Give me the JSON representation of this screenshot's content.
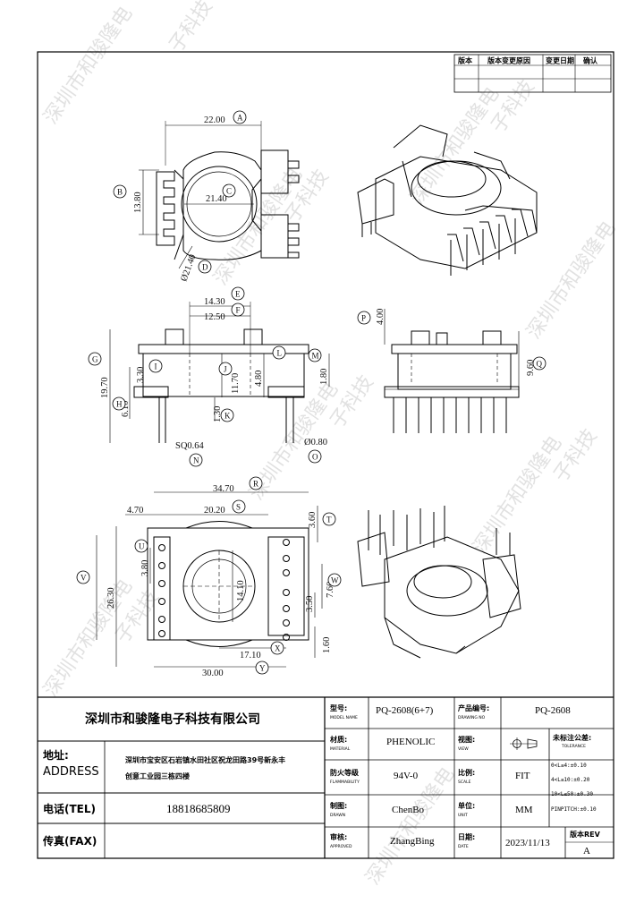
{
  "revision_table": {
    "headers": [
      "版本",
      "版本变更原因",
      "变更日期",
      "确认"
    ]
  },
  "watermark": {
    "lines": [
      "深圳市和骏隆电",
      "子科技"
    ]
  },
  "dimensions": {
    "top_view": {
      "width": "22.00",
      "height": "13.80",
      "inner": "21.40",
      "dia": "Ø21.40"
    },
    "side_view": {
      "w1": "14.30",
      "w2": "12.50",
      "h_total": "19.70",
      "h1": "3.30",
      "h2": "6.10",
      "h3": "11.70",
      "h4": "4.80",
      "h5": "1.80",
      "h6": "1.30",
      "pin_sq": "SQ0.64",
      "pin_dia": "Ø0.80"
    },
    "front_view": {
      "top": "4.00",
      "height": "9.60"
    },
    "bottom_view": {
      "total_w": "34.70",
      "offset": "4.70",
      "inner_w": "20.20",
      "v1": "3.60",
      "v2": "3.80",
      "h_total": "26.30",
      "v_mid": "14.10",
      "v3": "7.60",
      "v4": "3.50",
      "v5": "1.60",
      "w1": "17.10",
      "w2": "30.00"
    }
  },
  "callouts": [
    "A",
    "B",
    "C",
    "D",
    "E",
    "F",
    "G",
    "H",
    "I",
    "J",
    "K",
    "L",
    "M",
    "N",
    "O",
    "P",
    "Q",
    "R",
    "S",
    "T",
    "U",
    "V",
    "W",
    "X",
    "Y"
  ],
  "title_block": {
    "company": "深圳市和骏隆电子科技有限公司",
    "address_label": "地址:",
    "address_label_en": "ADDRESS",
    "address_line1": "深圳市宝安区石岩镇水田社区祝龙田路39号新永丰",
    "address_line2": "创意工业园三栋四楼",
    "tel_label": "电话(TEL)",
    "tel": "18818685809",
    "fax_label": "传真(FAX)",
    "fax": "",
    "model_label": "型号:",
    "model_label_en": "MODEL NAME",
    "model": "PQ-2608(6+7)",
    "part_label": "产品编号:",
    "part_label_en": "DRAWING NO",
    "part": "PQ-2608",
    "material_label": "材质:",
    "material_label_en": "MATERIAL",
    "material": "PHENOLIC",
    "view_label": "视图:",
    "view_label_en": "VIEW",
    "fire_label": "防火等级",
    "fire_label_en": "FLAMMABILITY",
    "fire": "94V-0",
    "scale_label": "比例:",
    "scale_label_en": "SCALE",
    "scale": "FIT",
    "drawn_label": "制图:",
    "drawn_label_en": "DRAWN",
    "drawn": "ChenBo",
    "unit_label": "单位:",
    "unit_label_en": "UNIT",
    "unit": "MM",
    "approved_label": "审核:",
    "approved_label_en": "APPROVED",
    "approved": "ZhangBing",
    "date_label": "日期:",
    "date_label_en": "DATE",
    "date": "2023/11/13",
    "rev_label": "版本REV",
    "rev": "A",
    "tol_title": "未标注公差:",
    "tol_title_en": "TOLERANCE",
    "tol": [
      "0<L≤4:±0.10",
      "4<L≤10:±0.20",
      "10<L≤50:±0.30",
      "PINPITCH:±0.10"
    ]
  }
}
